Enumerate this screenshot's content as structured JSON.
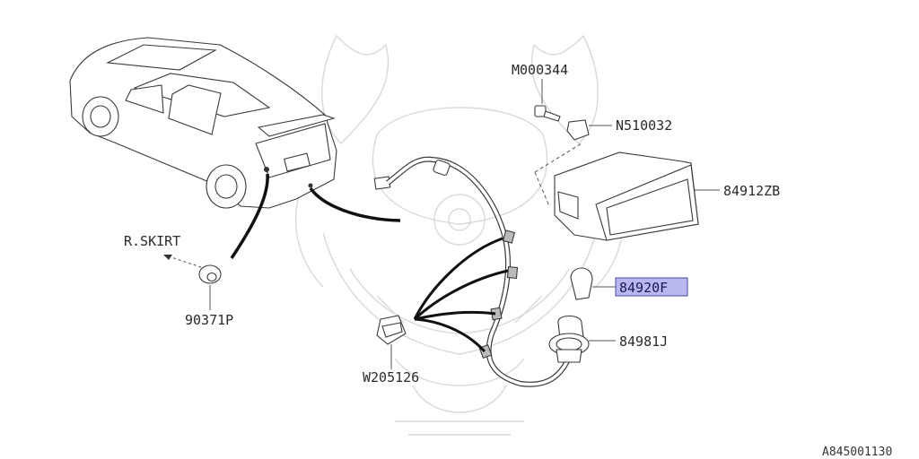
{
  "diagram": {
    "parts": [
      {
        "id": "bolt",
        "number": "M000344",
        "highlighted": false
      },
      {
        "id": "nut",
        "number": "N510032",
        "highlighted": false
      },
      {
        "id": "fog-lamp",
        "number": "84912ZB",
        "highlighted": false
      },
      {
        "id": "bulb",
        "number": "84920F",
        "highlighted": true
      },
      {
        "id": "socket",
        "number": "84981J",
        "highlighted": false
      },
      {
        "id": "clip",
        "number": "W205126",
        "highlighted": false
      },
      {
        "id": "grommet",
        "number": "90371P",
        "highlighted": false
      }
    ],
    "reference_label": "R.SKIRT",
    "figure_code": "A845001130"
  },
  "colors": {
    "highlight_fill": "#b8b8f0",
    "highlight_border": "#4a4aa0",
    "line": "#3a3a3a",
    "watermark": "#d9d9d9"
  }
}
